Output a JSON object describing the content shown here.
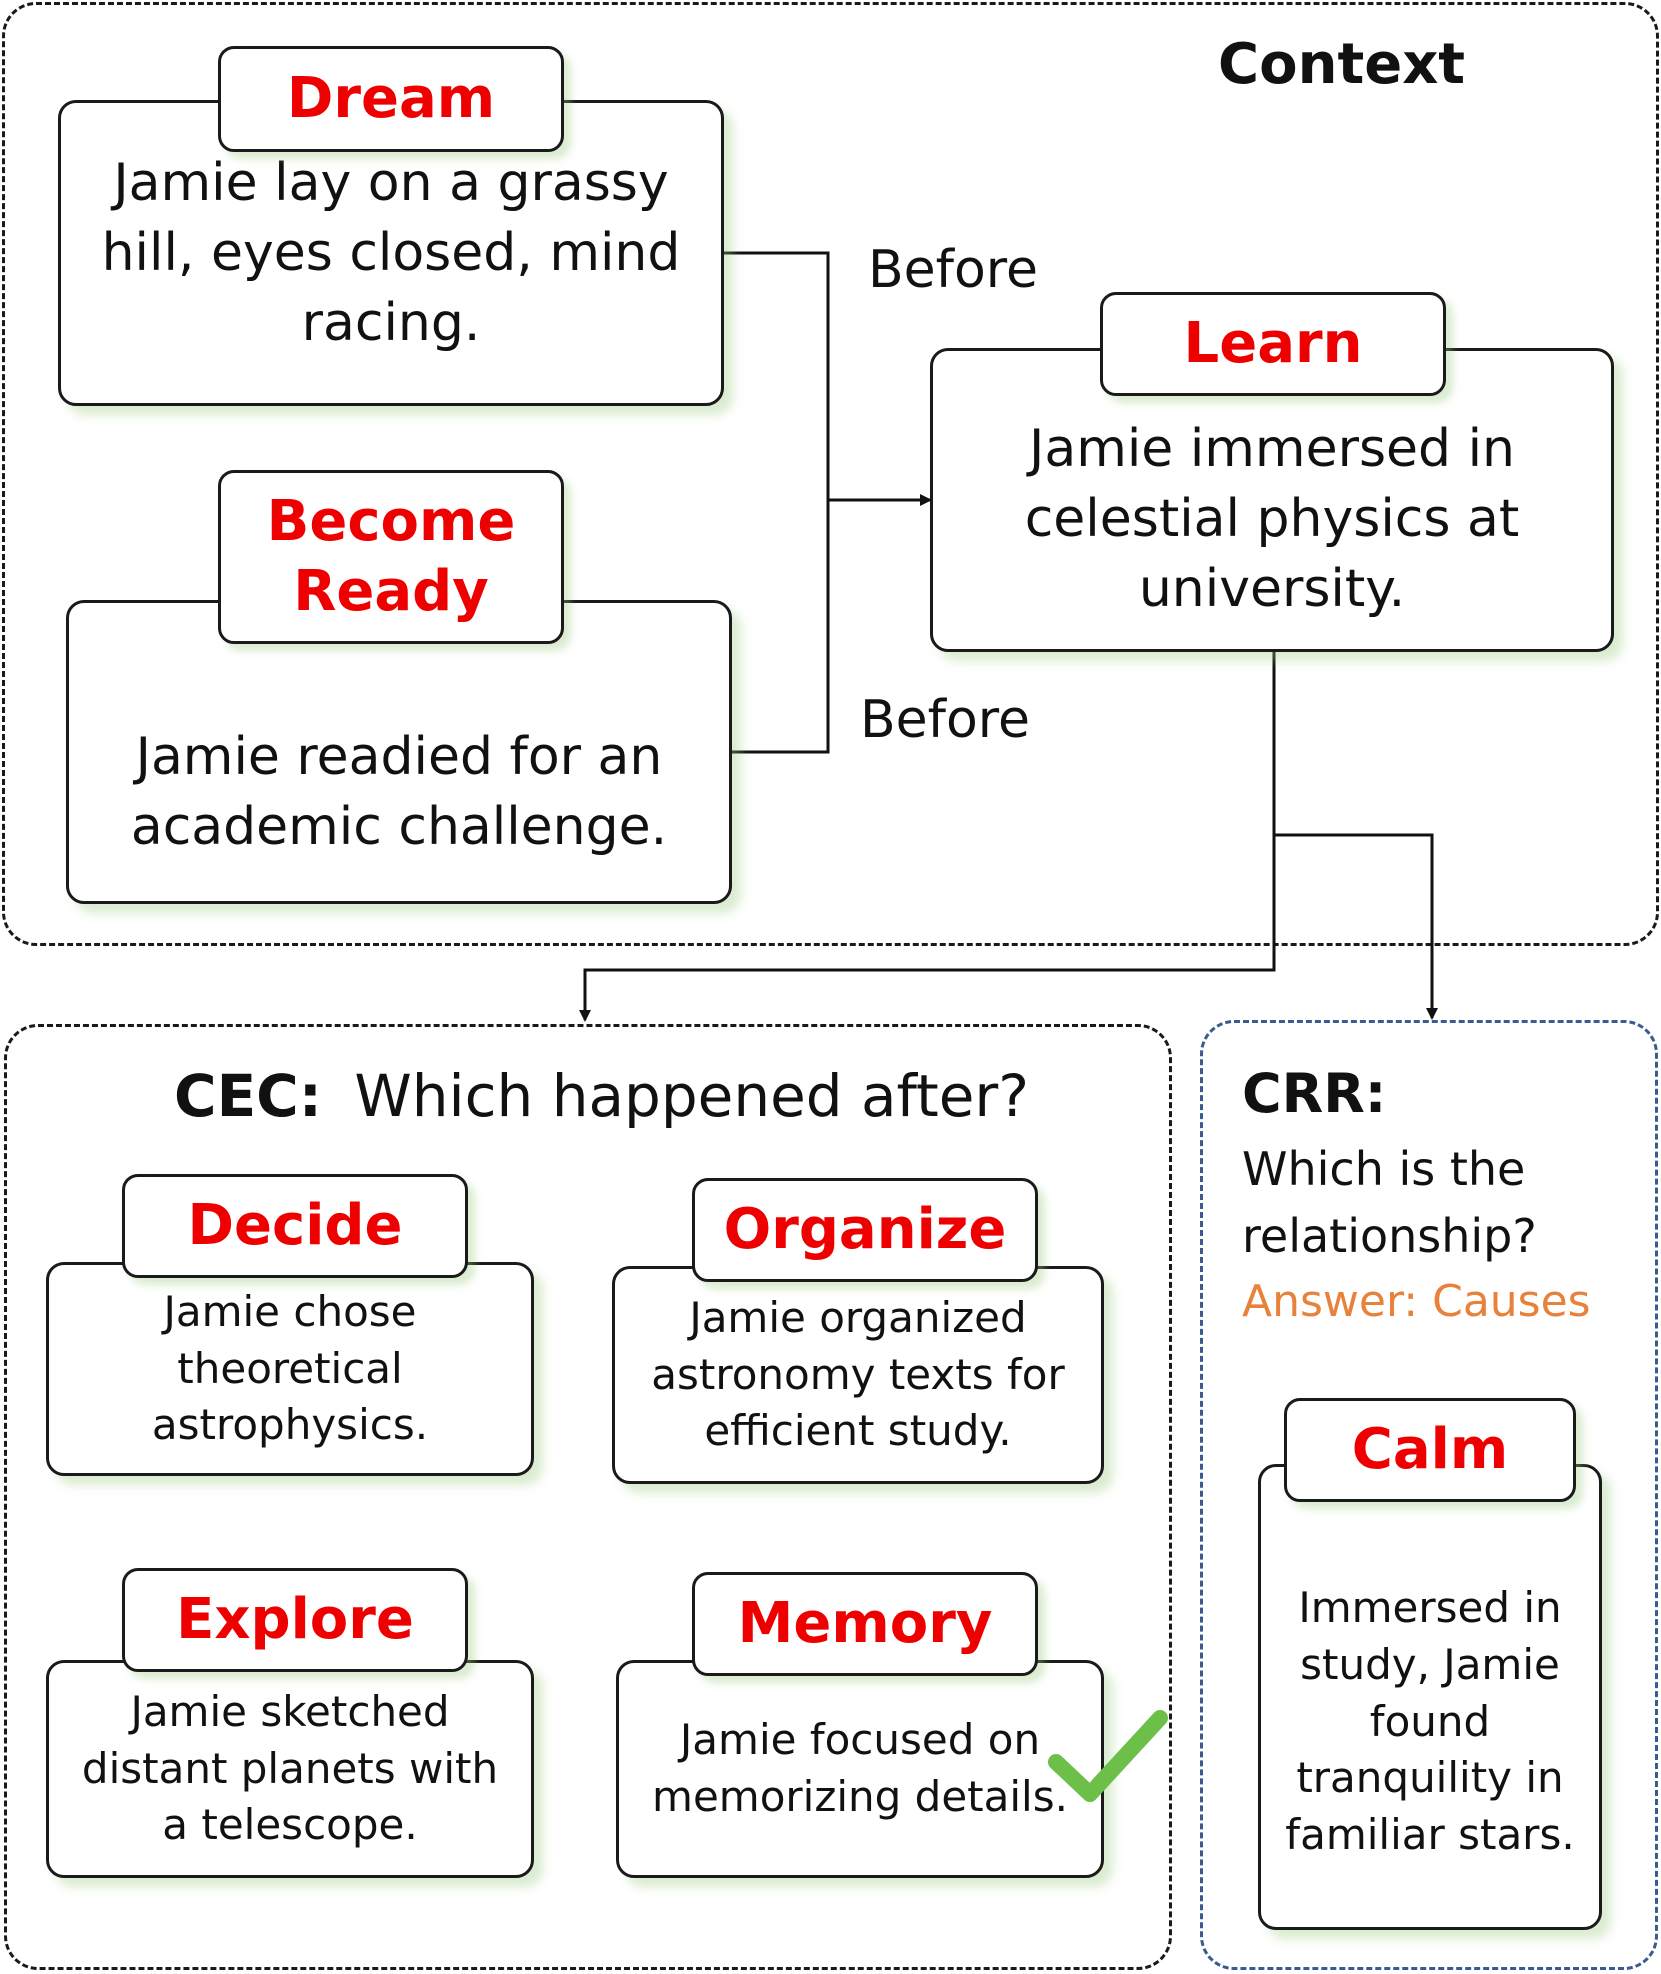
{
  "context": {
    "title": "Context",
    "edge_label_top": "Before",
    "edge_label_bottom": "Before",
    "nodes": {
      "dream": {
        "tag": "Dream",
        "text": "Jamie lay on a grassy\nhill, eyes closed, mind\nracing."
      },
      "become_ready": {
        "tag": "Become\nReady",
        "text": "Jamie readied for an\nacademic challenge."
      },
      "learn": {
        "tag": "Learn",
        "text": "Jamie immersed in\ncelestial physics at\nuniversity."
      }
    }
  },
  "cec": {
    "prefix": "CEC:",
    "question": "Which happened after?",
    "options": [
      {
        "tag": "Decide",
        "text": "Jamie chose\ntheoretical\nastrophysics."
      },
      {
        "tag": "Organize",
        "text": "Jamie organized\nastronomy texts for\nefficient study."
      },
      {
        "tag": "Explore",
        "text": "Jamie sketched\ndistant planets with\na telescope."
      },
      {
        "tag": "Memory",
        "text": "Jamie focused on\nmemorizing details.",
        "correct": true
      }
    ]
  },
  "crr": {
    "prefix": "CRR:",
    "question": "Which is the\nrelationship?",
    "answer": "Answer: Causes",
    "node": {
      "tag": "Calm",
      "text": "Immersed in\nstudy, Jamie\nfound\ntranquility in\nfamiliar stars."
    }
  },
  "colors": {
    "tag_red": "#ee0000",
    "answer_orange": "#e8813a",
    "check_green": "#6cc04a",
    "crr_border": "#3b5a8f"
  }
}
